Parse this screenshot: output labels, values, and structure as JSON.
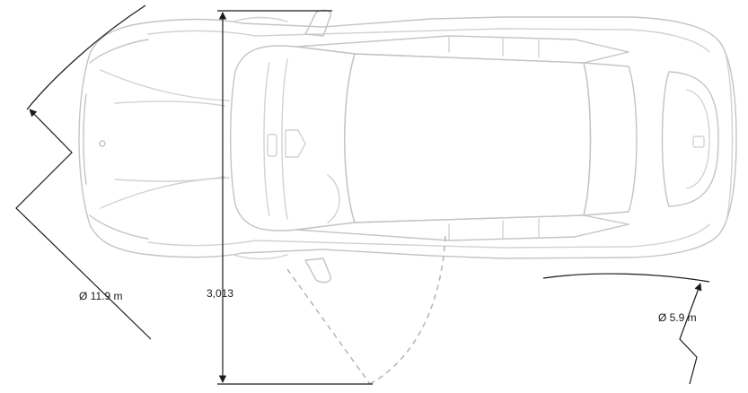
{
  "labels": {
    "turning_circle": "Ø 11.9 m",
    "wheelbase": "3,013",
    "door_clearance": "Ø 5.9 m"
  },
  "colors": {
    "car_outline": "#c4c4c4",
    "car_detail": "#d2d2d2",
    "dimension_line": "#1a1a1a",
    "door_swing": "#b4b4b4",
    "background": "#ffffff"
  }
}
